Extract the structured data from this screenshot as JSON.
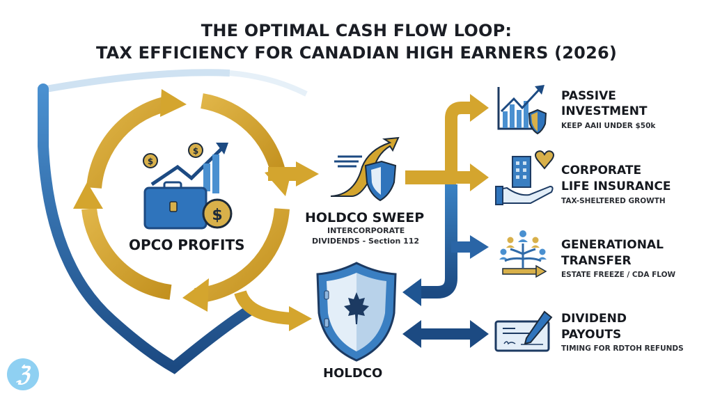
{
  "header": {
    "title_line1": "THE OPTIMAL CASH FLOW LOOP:",
    "title_line2": "TAX EFFICIENCY FOR CANADIAN HIGH EARNERS (2026)"
  },
  "nodes": {
    "opco": {
      "label": "OPCO PROFITS",
      "icon": "briefcase-money-growth-icon"
    },
    "sweep": {
      "label": "HOLDCO SWEEP",
      "sub_line1": "INTERCORPORATE",
      "sub_line2": "DIVIDENDS - Section 112",
      "icon": "upward-sweep-shield-icon"
    },
    "holdco": {
      "label": "HOLDCO",
      "icon": "maple-leaf-vault-shield-icon"
    }
  },
  "outcomes": [
    {
      "title_line1": "PASSIVE",
      "title_line2": "INVESTMENT",
      "sub": "KEEP AAII UNDER $50k",
      "icon": "chart-shield-icon"
    },
    {
      "title_line1": "CORPORATE",
      "title_line2": "LIFE INSURANCE",
      "sub": "TAX-SHELTERED GROWTH",
      "icon": "building-heart-hand-icon"
    },
    {
      "title_line1": "GENERATIONAL",
      "title_line2": "TRANSFER",
      "sub": "ESTATE FREEZE / CDA FLOW",
      "icon": "family-tree-icon"
    },
    {
      "title_line1": "DIVIDEND",
      "title_line2": "PAYOUTS",
      "sub": "TIMING FOR RDTOH REFUNDS",
      "icon": "cheque-pen-icon"
    }
  ],
  "colors": {
    "gold": "#d4a52e",
    "gold_dark": "#b88a1e",
    "blue": "#2b6cb0",
    "blue_dark": "#1c4a82",
    "light_blue": "#8fd0f2",
    "text": "#15181e"
  },
  "logo": {
    "glyph": "ℨ"
  }
}
